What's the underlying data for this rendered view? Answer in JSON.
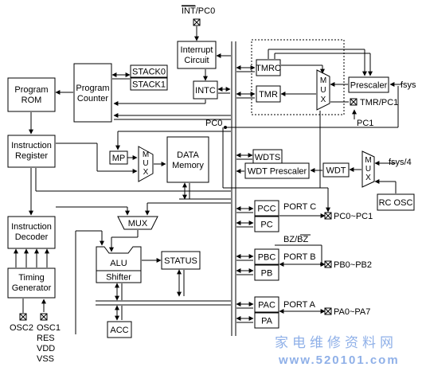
{
  "blocks": {
    "program_rom": [
      "Program",
      "ROM"
    ],
    "program_counter": [
      "Program",
      "Counter"
    ],
    "stack0": "STACK0",
    "stack1": "STACK1",
    "interrupt_circuit": [
      "Interrupt",
      "Circuit"
    ],
    "intc": "INTC",
    "instruction_register": [
      "Instruction",
      "Register"
    ],
    "mp": "MP",
    "mux": "MUX",
    "data_memory": [
      "DATA",
      "Memory"
    ],
    "instruction_decoder": [
      "Instruction",
      "Decoder"
    ],
    "timing_generator": [
      "Timing",
      "Generator"
    ],
    "alu": "ALU",
    "shifter": "Shifter",
    "status": "STATUS",
    "acc": "ACC",
    "tmrc": "TMRC",
    "tmr": "TMR",
    "prescaler": "Prescaler",
    "wdts": "WDTS",
    "wdt_prescaler": "WDT Prescaler",
    "wdt": "WDT",
    "rc_osc": "RC OSC",
    "pcc": "PCC",
    "pc": "PC",
    "pbc": "PBC",
    "pb": "PB",
    "pac": "PAC",
    "pa": "PA"
  },
  "pins": {
    "int_bar": "INT",
    "int_pc0_rest": "/PC0",
    "fsys": "fsys",
    "tmr_pc1": "TMR/PC1",
    "pc0": "PC0",
    "pc1": "PC1",
    "fsys4": "fsys/4",
    "port_c": "PORT C",
    "pc0_pc1": "PC0~PC1",
    "bz": "BZ",
    "bz_bar": "BZ",
    "port_b": "PORT B",
    "pb0_pb2": "PB0~PB2",
    "port_a": "PORT A",
    "pa0_pa7": "PA0~PA7",
    "osc2": "OSC2",
    "osc1": "OSC1",
    "res": "RES",
    "vdd": "VDD",
    "vss": "VSS"
  },
  "watermark": {
    "chinese": "家电维修资料网",
    "url": "www.520101.com"
  }
}
